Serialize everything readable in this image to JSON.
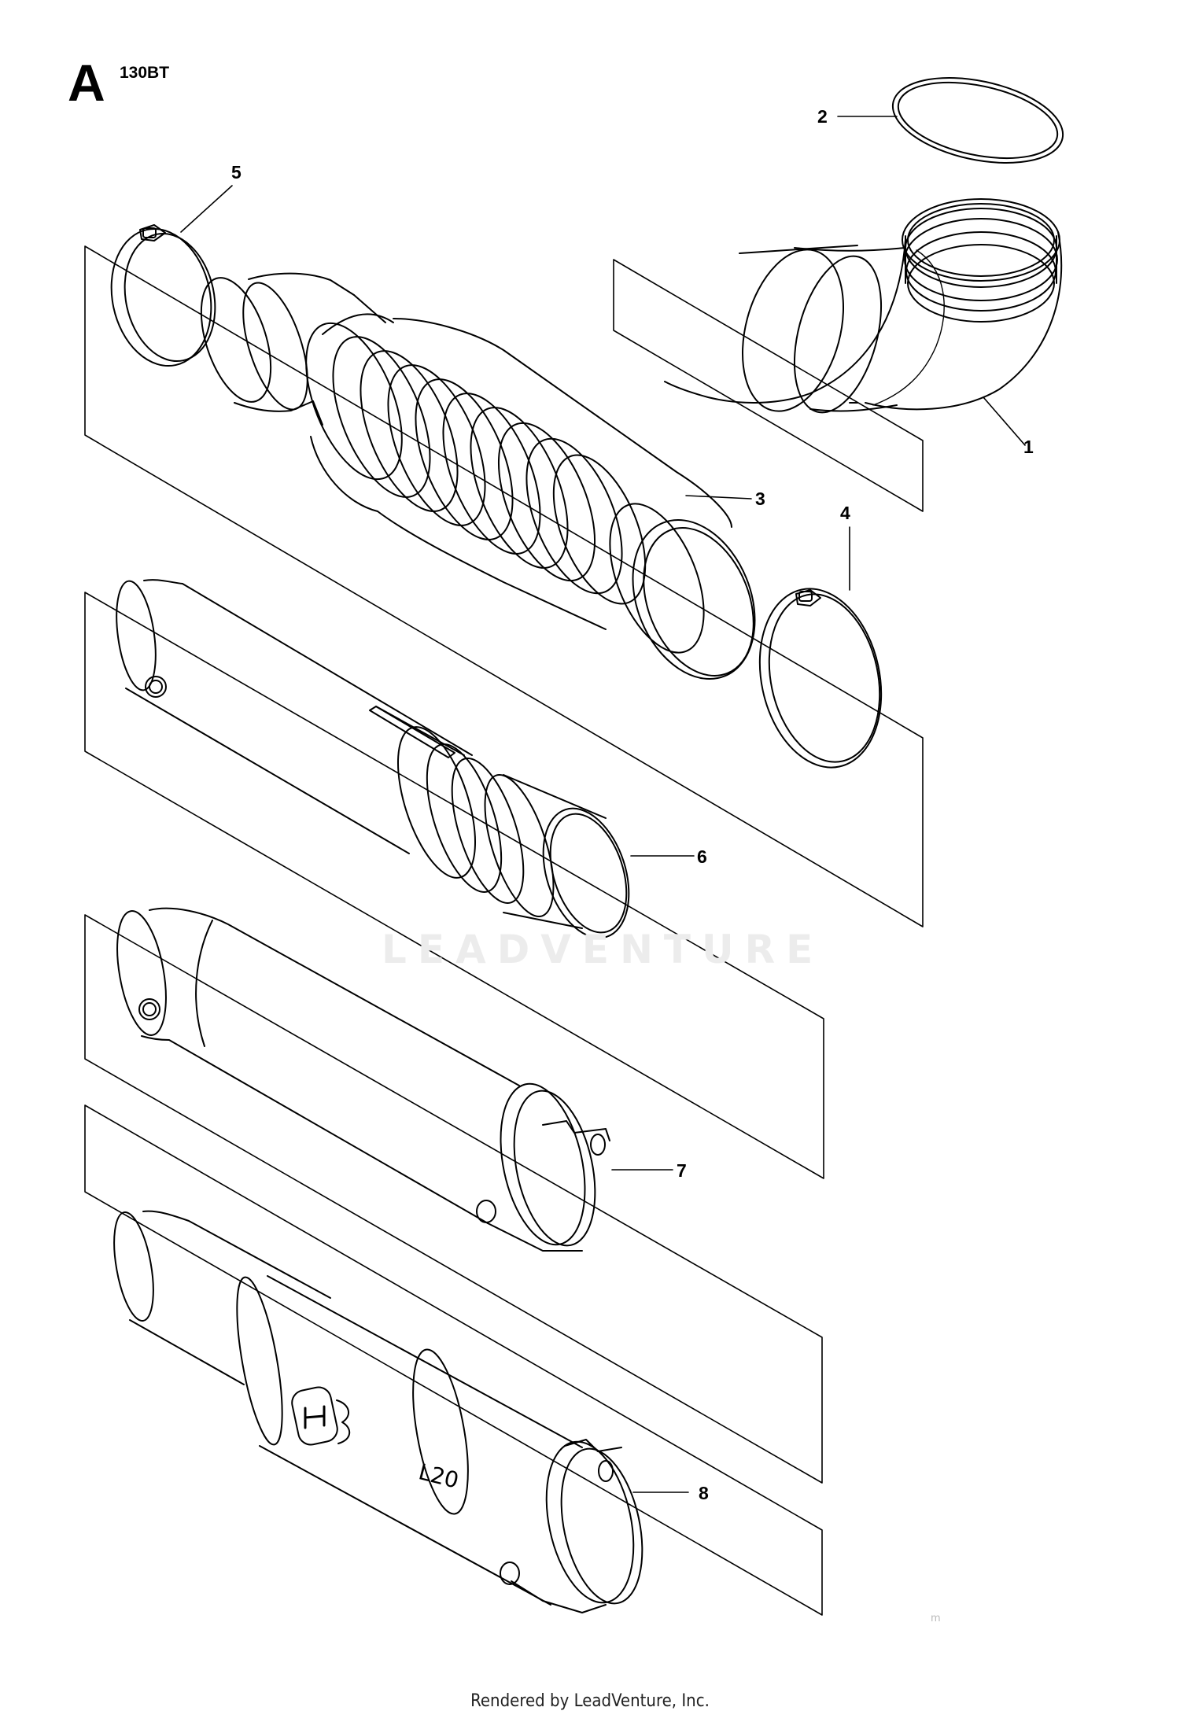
{
  "header": {
    "section_letter": "A",
    "model": "130BT"
  },
  "callouts": [
    {
      "id": "1",
      "label": "1"
    },
    {
      "id": "2",
      "label": "2"
    },
    {
      "id": "3",
      "label": "3"
    },
    {
      "id": "4",
      "label": "4"
    },
    {
      "id": "5",
      "label": "5"
    },
    {
      "id": "6",
      "label": "6"
    },
    {
      "id": "7",
      "label": "7"
    },
    {
      "id": "8",
      "label": "8"
    }
  ],
  "part_markings": {
    "tube_8_code": "L20"
  },
  "watermark": "LEADVENTURE",
  "footer": "Rendered by LeadVenture, Inc.",
  "corner_mark": "m"
}
